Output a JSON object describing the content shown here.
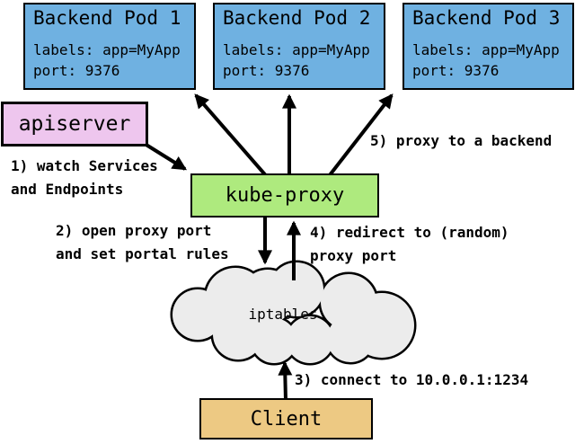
{
  "colors": {
    "pod_fill": "#6fb1e1",
    "apiserver_fill": "#eec6ee",
    "kube_proxy_fill": "#aeea7e",
    "client_fill": "#edc983",
    "cloud_fill": "#ececec",
    "stroke": "#000000"
  },
  "pods": [
    {
      "title": "Backend Pod 1",
      "labels": "labels: app=MyApp",
      "port": "port: 9376"
    },
    {
      "title": "Backend Pod 2",
      "labels": "labels: app=MyApp",
      "port": "port: 9376"
    },
    {
      "title": "Backend Pod 3",
      "labels": "labels: app=MyApp",
      "port": "port: 9376"
    }
  ],
  "apiserver": {
    "label": "apiserver"
  },
  "kube_proxy": {
    "label": "kube-proxy"
  },
  "cloud": {
    "label": "iptables"
  },
  "client": {
    "label": "Client"
  },
  "notes": {
    "n1": "1) watch Services\nand Endpoints",
    "n2": "2) open proxy port\nand set portal rules",
    "n3": "3) connect to 10.0.0.1:1234",
    "n4": "4) redirect to (random)\nproxy port",
    "n5": "5) proxy to a backend"
  }
}
